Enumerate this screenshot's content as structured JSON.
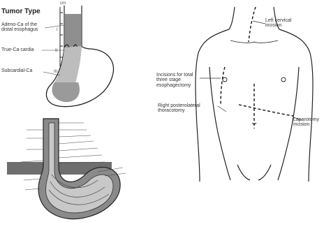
{
  "panel_tumor": {
    "title": "Tumor Type",
    "unit": "cm",
    "types": [
      {
        "label": "Adeno-Ca of the distal esophagus"
      },
      {
        "label": "True-Ca cardia"
      },
      {
        "label": "Subcardial-Ca"
      }
    ],
    "ticks": [
      "I",
      "II",
      "III"
    ]
  },
  "panel_incisions": {
    "labels": [
      {
        "text": "Left cervical incision"
      },
      {
        "text": "Incisions for total three stage esophagectomy"
      },
      {
        "text": "Right posterolateral thoracotomy"
      },
      {
        "text": "Laparotomy incision"
      }
    ]
  },
  "colors": {
    "ink": "#222222",
    "tumor_shade": "#8a8a8a",
    "anatomy_shade": "#555555"
  }
}
